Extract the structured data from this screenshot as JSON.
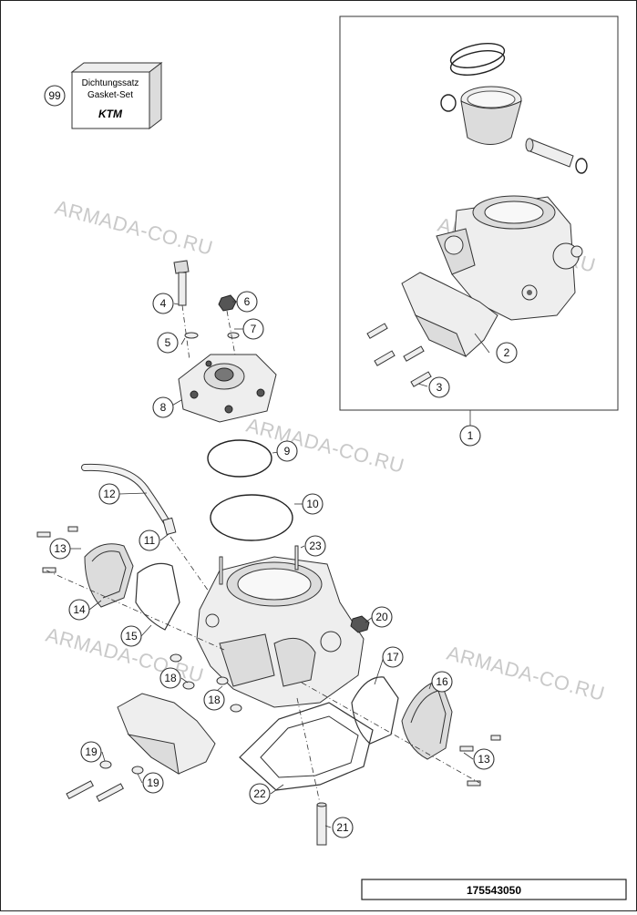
{
  "watermark": "ARMADA-CO.RU",
  "gasket_set": {
    "line1": "Dichtungssatz",
    "line2": "Gasket-Set",
    "brand": "KTM",
    "callout": "99"
  },
  "callouts": {
    "c1": "1",
    "c2": "2",
    "c3": "3",
    "c4": "4",
    "c5": "5",
    "c6": "6",
    "c7": "7",
    "c8": "8",
    "c9": "9",
    "c10": "10",
    "c11": "11",
    "c12": "12",
    "c13a": "13",
    "c13b": "13",
    "c14": "14",
    "c15": "15",
    "c16": "16",
    "c17": "17",
    "c18a": "18",
    "c18b": "18",
    "c19a": "19",
    "c19b": "19",
    "c20": "20",
    "c21": "21",
    "c22": "22",
    "c23": "23"
  },
  "part_number": "175543050"
}
